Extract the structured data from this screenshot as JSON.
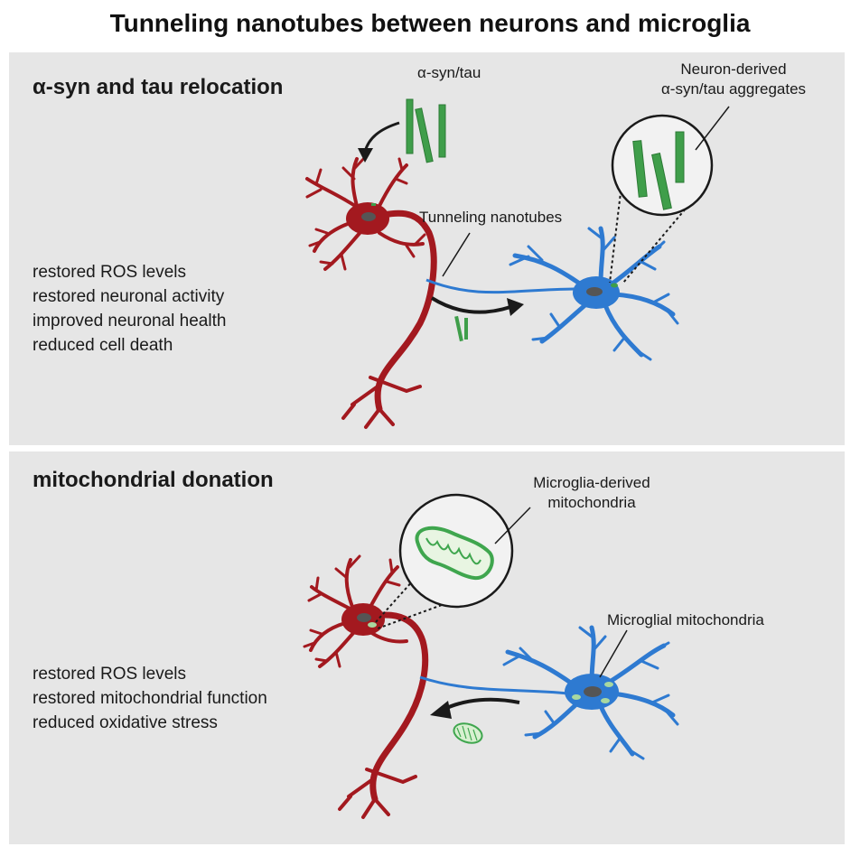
{
  "title": "Tunneling nanotubes between neurons and microglia",
  "panels": [
    {
      "heading": "α-syn and tau relocation",
      "outcomes": [
        "restored ROS levels",
        "restored neuronal activity",
        "improved neuronal health",
        "reduced cell death"
      ],
      "labels": {
        "cargo": "α-syn/tau",
        "aggregates_line1": "Neuron-derived",
        "aggregates_line2": "α-syn/tau aggregates",
        "nanotubes": "Tunneling nanotubes"
      }
    },
    {
      "heading": "mitochondrial donation",
      "outcomes": [
        "restored ROS levels",
        "restored mitochondrial function",
        "reduced oxidative stress"
      ],
      "labels": {
        "derived_line1": "Microglia-derived",
        "derived_line2": "mitochondria",
        "microglial": "Microglial mitochondria"
      }
    }
  ],
  "colors": {
    "neuron": "#a3191f",
    "microglia": "#2e7ad1",
    "aggregate": "#3f9e4a",
    "mitochondria": "#3fa64e",
    "panel_bg": "#e6e6e6",
    "nucleus": "#555555"
  }
}
